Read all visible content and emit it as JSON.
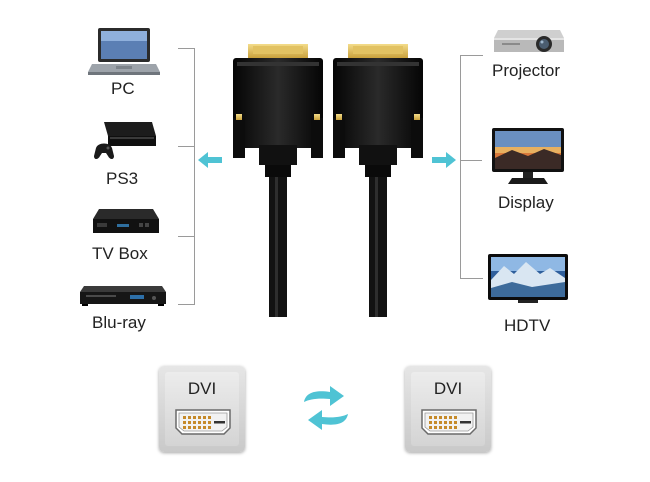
{
  "left_devices": [
    {
      "label": "PC",
      "icon": "laptop-icon"
    },
    {
      "label": "PS3",
      "icon": "game-console-icon"
    },
    {
      "label": "TV Box",
      "icon": "tv-box-icon"
    },
    {
      "label": "Blu-ray",
      "icon": "bluray-player-icon"
    }
  ],
  "right_devices": [
    {
      "label": "Projector",
      "icon": "projector-icon"
    },
    {
      "label": "Display",
      "icon": "monitor-icon"
    },
    {
      "label": "HDTV",
      "icon": "hdtv-icon"
    }
  ],
  "ports": {
    "left_label": "DVI",
    "right_label": "DVI"
  },
  "colors": {
    "arrow": "#4fc3d4",
    "connector_gold": "#d9b64e",
    "cable": "#151515",
    "bracket": "#9a9a9a"
  }
}
